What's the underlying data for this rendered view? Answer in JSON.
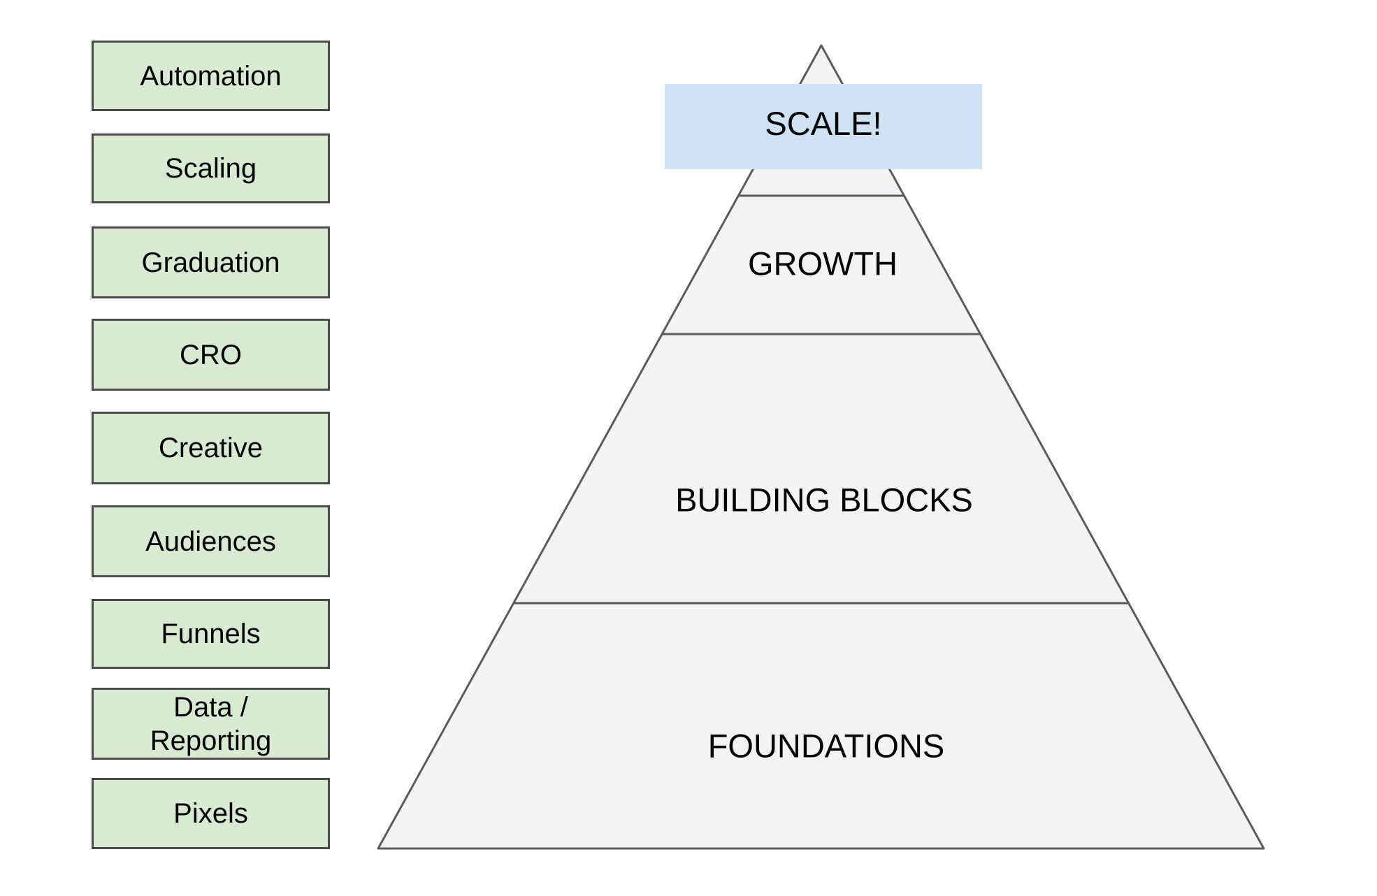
{
  "sidebar": {
    "items": [
      {
        "label": "Automation"
      },
      {
        "label": "Scaling"
      },
      {
        "label": "Graduation"
      },
      {
        "label": "CRO"
      },
      {
        "label": "Creative"
      },
      {
        "label": "Audiences"
      },
      {
        "label": "Funnels"
      },
      {
        "label": "Data /\nReporting"
      },
      {
        "label": "Pixels"
      }
    ]
  },
  "pyramid": {
    "scale_label": "SCALE!",
    "levels": [
      {
        "label": "GROWTH"
      },
      {
        "label": "BUILDING BLOCKS"
      },
      {
        "label": "FOUNDATIONS"
      }
    ]
  },
  "colors": {
    "background": "#ffffff",
    "sidebar_box_fill": "#d9ead3",
    "sidebar_box_border": "#4c4c4c",
    "pyramid_fill": "#f3f3f3",
    "pyramid_stroke": "#5b5b5b",
    "scale_box_fill": "#cfe2f3",
    "text": "#000000"
  }
}
